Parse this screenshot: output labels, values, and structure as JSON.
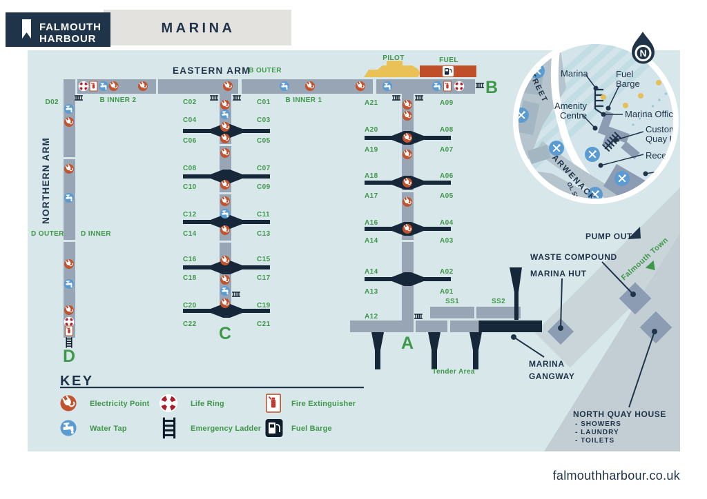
{
  "header": {
    "logo_line1": "FALMOUTH",
    "logo_line2": "HARBOUR",
    "title": "MARINA"
  },
  "footer": {
    "website": "falmouthharbour.co.uk"
  },
  "map": {
    "arm_labels": {
      "eastern_arm": "EASTERN ARM",
      "northern_arm": "NORTHERN ARM",
      "b_outer": "B OUTER",
      "b_inner_1": "B INNER 1",
      "b_inner_2": "B INNER 2",
      "d_outer": "D OUTER",
      "d_inner": "D INNER",
      "d02": "D02",
      "pilot": "PILOT",
      "fuel": "FUEL"
    },
    "pontoon_letters": {
      "a": "A",
      "b": "B",
      "c": "C",
      "d": "D"
    },
    "berths": {
      "c_left": [
        "C02",
        "C04",
        "C06",
        "C08",
        "C10",
        "C12",
        "C14",
        "C16",
        "C18",
        "C20",
        "C22"
      ],
      "c_right": [
        "C01",
        "C03",
        "C05",
        "C07",
        "C09",
        "C11",
        "C13",
        "C15",
        "C17",
        "C19",
        "C21"
      ],
      "a_left": [
        "A21",
        "A20",
        "A19",
        "A18",
        "A17",
        "A16",
        "A14",
        "A14",
        "A13",
        "A12"
      ],
      "a_right": [
        "A09",
        "A08",
        "A07",
        "A06",
        "A05",
        "A04",
        "A03",
        "A02",
        "A01"
      ],
      "ss1": "SS1",
      "ss2": "SS2"
    },
    "features": {
      "pump_out": "PUMP OUT",
      "waste_compound": "WASTE COMPOUND",
      "marina_hut": "MARINA HUT",
      "falmouth_town": "Falmouth Town",
      "marina_gangway_1": "MARINA",
      "marina_gangway_2": "GANGWAY",
      "tender_area": "Tender Area",
      "north_quay_house": "NORTH QUAY HOUSE",
      "north_quay_items": [
        "- SHOWERS",
        "- LAUNDRY",
        "- TOILETS"
      ]
    }
  },
  "key": {
    "title": "KEY",
    "items": [
      {
        "icon": "electricity-icon",
        "label": "Electricity Point"
      },
      {
        "icon": "life-ring-icon",
        "label": "Life Ring"
      },
      {
        "icon": "fire-extinguisher-icon",
        "label": "Fire Extinguisher"
      },
      {
        "icon": "water-tap-icon",
        "label": "Water Tap"
      },
      {
        "icon": "emergency-ladder-icon",
        "label": "Emergency Ladder"
      },
      {
        "icon": "fuel-barge-icon",
        "label": "Fuel Barge"
      }
    ]
  },
  "inset": {
    "north": "N",
    "labels": {
      "marina": "Marina",
      "fuel_barge_1": "Fuel",
      "fuel_barge_2": "Barge",
      "amenity_1": "Amenity",
      "amenity_2": "Centre",
      "marina_office": "Marina Office",
      "customs_1": "Customs",
      "customs_2": "Quay Ho",
      "reception": "Reception"
    },
    "streets": {
      "street": "STREET",
      "arwenack": "ARWENACK",
      "ol_st": "OL St"
    }
  },
  "colors": {
    "navy": "#203449",
    "dark_structure": "#16273a",
    "green": "#3f9849",
    "pontoon_grey": "#97a5b5",
    "map_bg": "#d8e7ea",
    "water_blue": "#5a9bd1",
    "electric_orange": "#c2532e",
    "life_ring_red": "#ab1f2d",
    "fuel_dock_orange": "#bf4f28",
    "boat_yellow": "#e9c157",
    "walkway_grey": "#cad5da",
    "building_grey": "#8c9cb2",
    "title_bar_grey": "#e4e2df"
  }
}
